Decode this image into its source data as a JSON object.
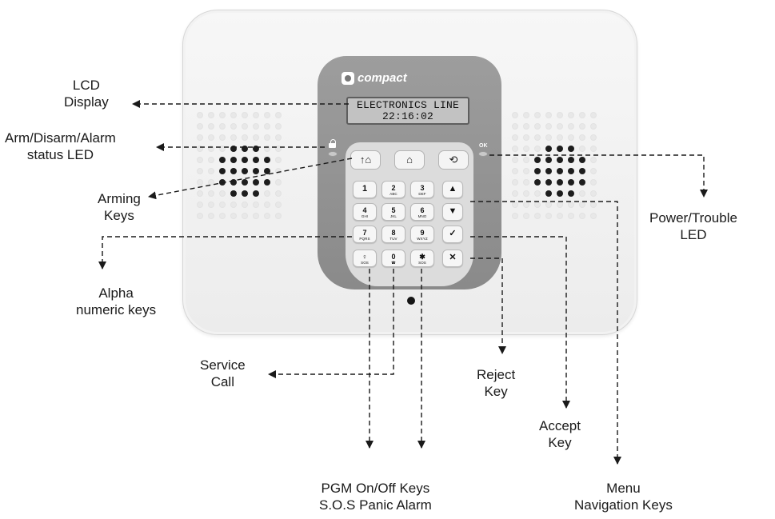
{
  "device": {
    "brand_logo": "compact",
    "lcd_line1": "ELECTRONICS LINE",
    "lcd_line2": "22:16:02",
    "ok_led_text": "OK",
    "arming_keys": [
      {
        "icon": "arm-away-icon",
        "glyph": "↑⌂"
      },
      {
        "icon": "arm-home-icon",
        "glyph": "⌂"
      },
      {
        "icon": "disarm-icon",
        "glyph": "⟲"
      }
    ],
    "keys": [
      {
        "digit": "1",
        "sub": ""
      },
      {
        "digit": "2",
        "sub": "ABC"
      },
      {
        "digit": "3",
        "sub": "DEF"
      },
      {
        "digit": "▲",
        "sub": ""
      },
      {
        "digit": "4",
        "sub": "GHI"
      },
      {
        "digit": "5",
        "sub": "JKL"
      },
      {
        "digit": "6",
        "sub": "MNO"
      },
      {
        "digit": "▼",
        "sub": ""
      },
      {
        "digit": "7",
        "sub": "PQRS"
      },
      {
        "digit": "8",
        "sub": "TUV"
      },
      {
        "digit": "9",
        "sub": "WXYZ"
      },
      {
        "digit": "✓",
        "sub": ""
      },
      {
        "digit": "♀",
        "sub": "SOS"
      },
      {
        "digit": "0",
        "sub": "☎"
      },
      {
        "digit": "✱",
        "sub": "SOS"
      },
      {
        "digit": "✕",
        "sub": ""
      }
    ]
  },
  "labels": {
    "lcd_display": [
      "LCD",
      "Display"
    ],
    "status_led": [
      "Arm/Disarm/Alarm",
      "status LED"
    ],
    "arming_keys": [
      "Arming",
      "Keys"
    ],
    "alpha_keys": [
      "Alpha",
      "numeric keys"
    ],
    "service_call": [
      "Service",
      "Call"
    ],
    "pgm_sos": [
      "PGM On/Off Keys",
      "S.O.S Panic Alarm"
    ],
    "reject_key": [
      "Reject",
      "Key"
    ],
    "accept_key": [
      "Accept",
      "Key"
    ],
    "menu_nav": [
      "Menu",
      "Navigation Keys"
    ],
    "power_led": [
      "Power/Trouble",
      "LED"
    ]
  }
}
